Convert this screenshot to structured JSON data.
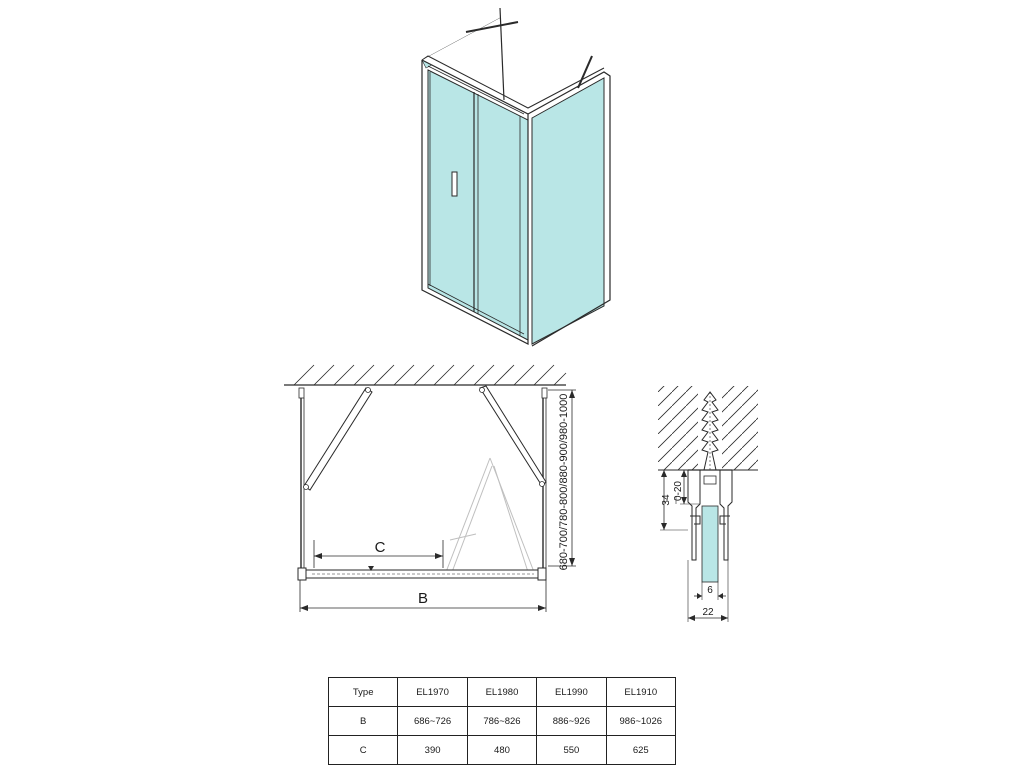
{
  "plan_view": {
    "dim_b": "B",
    "dim_c": "C",
    "dim_depth": "680-700/780-800/880-900/980-1000"
  },
  "profile_detail": {
    "dim_34": "34",
    "dim_0_20": "0-20",
    "dim_6": "6",
    "dim_22": "22"
  },
  "spec_table": {
    "header": [
      "Type",
      "EL1970",
      "EL1980",
      "EL1990",
      "EL1910"
    ],
    "rows": [
      [
        "B",
        "686~726",
        "786~826",
        "886~926",
        "986~1026"
      ],
      [
        "C",
        "390",
        "480",
        "550",
        "625"
      ]
    ]
  },
  "colors": {
    "glass": "#b9e6e6",
    "glass_dark": "#9fd6d4",
    "line": "#2a2a2a"
  }
}
